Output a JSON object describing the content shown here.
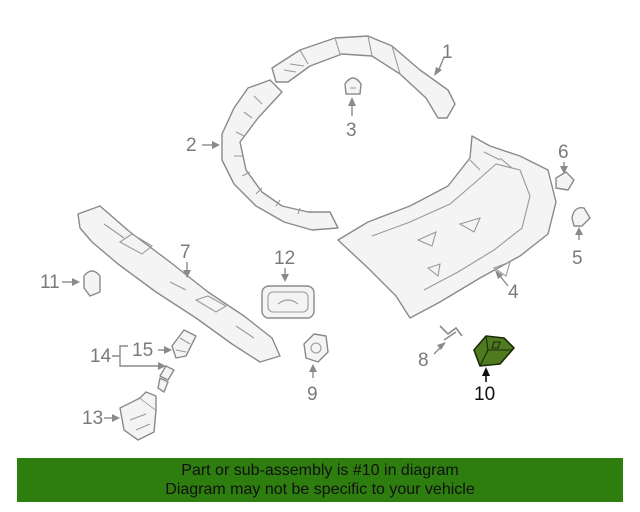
{
  "callouts": [
    {
      "id": "1",
      "text": "1"
    },
    {
      "id": "2",
      "text": "2"
    },
    {
      "id": "3",
      "text": "3"
    },
    {
      "id": "4",
      "text": "4"
    },
    {
      "id": "5",
      "text": "5"
    },
    {
      "id": "6",
      "text": "6"
    },
    {
      "id": "7",
      "text": "7"
    },
    {
      "id": "8",
      "text": "8"
    },
    {
      "id": "9",
      "text": "9"
    },
    {
      "id": "10",
      "text": "10"
    },
    {
      "id": "11",
      "text": "11"
    },
    {
      "id": "12",
      "text": "12"
    },
    {
      "id": "13",
      "text": "13"
    },
    {
      "id": "14",
      "text": "14"
    },
    {
      "id": "15",
      "text": "15"
    }
  ],
  "highlighted_callout": "10",
  "banner": {
    "line1": "Part or sub-assembly is #10 in diagram",
    "line2": "Diagram may not be specific to your vehicle",
    "background": "#2e7d0f"
  },
  "colors": {
    "line": "#8a8a8a",
    "highlight_fill": "#4f7a1f"
  }
}
